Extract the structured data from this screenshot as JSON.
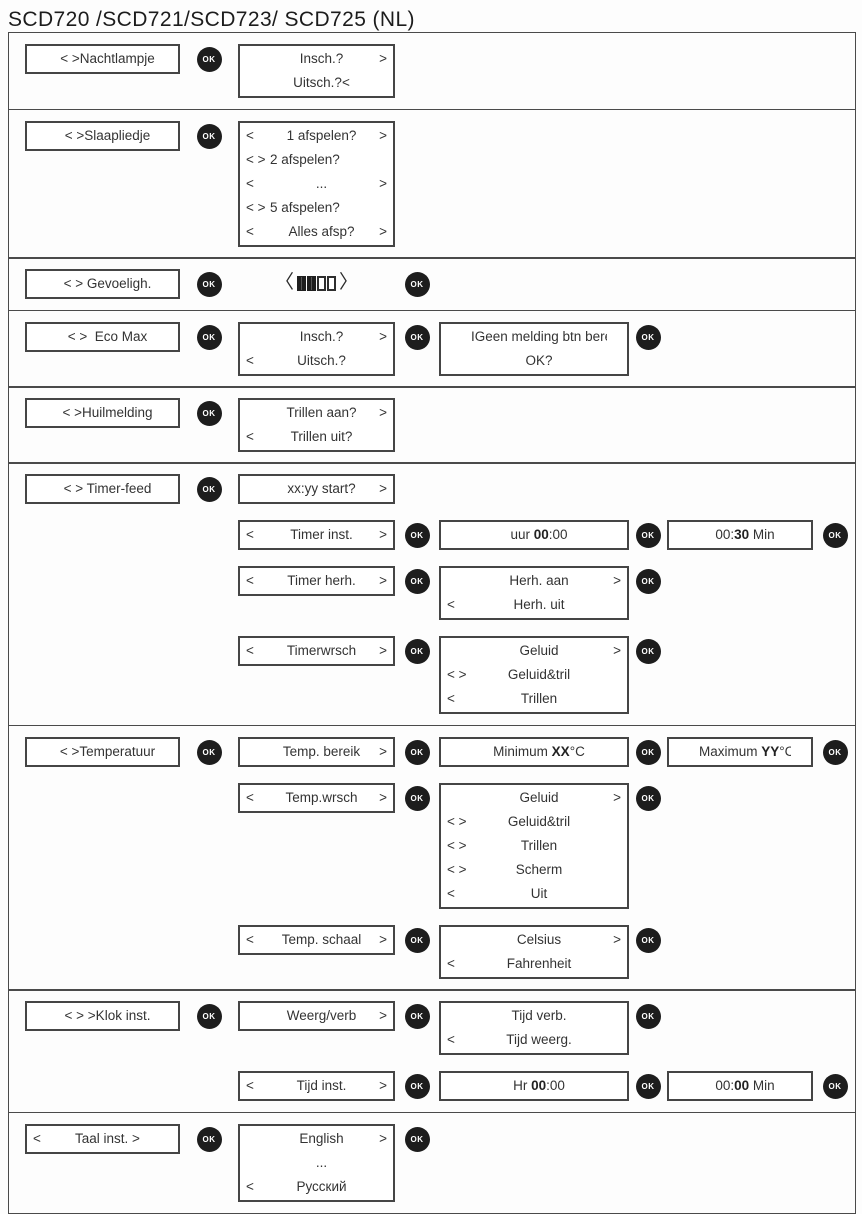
{
  "title": "SCD720 /SCD721/SCD723/ SCD725 (NL)",
  "ok_label": "OK",
  "colors": {
    "section_border": "#4a4a4a",
    "box_border": "#454545",
    "ok_bg": "#1d1d1d",
    "ok_text": "#ffffff",
    "text": "#333333",
    "background": "#fdfdfd"
  },
  "icons": {
    "sensitivity": {
      "name": "sensitivity-level-icon",
      "left_bracket": "〈",
      "right_bracket": "〉",
      "filled_segments": 2,
      "empty_segments": 2
    }
  },
  "sections": [
    {
      "id": "nachtlampje",
      "rows": [
        {
          "cells": [
            {
              "slot": 1,
              "type": "box",
              "name": "menu-nachtlampje",
              "lines": [
                {
                  "c": "< >Nachtlampje"
                }
              ]
            },
            {
              "slot": 2,
              "type": "ok",
              "name": "ok-button"
            },
            {
              "slot": 3,
              "type": "box",
              "name": "screen-nachtlampje-options",
              "lines": [
                {
                  "c": "Insch.?",
                  "r": ">"
                },
                {
                  "c": "Uitsch.?<"
                }
              ]
            }
          ]
        }
      ]
    },
    {
      "id": "slaapliedje",
      "rows": [
        {
          "cells": [
            {
              "slot": 1,
              "type": "box",
              "name": "menu-slaapliedje",
              "lines": [
                {
                  "c": "< >Slaapliedje"
                }
              ]
            },
            {
              "slot": 2,
              "type": "ok",
              "name": "ok-button"
            },
            {
              "slot": 3,
              "type": "box",
              "name": "screen-slaapliedje-options",
              "lines": [
                {
                  "l": "<",
                  "c": "1 afspelen?",
                  "r": ">"
                },
                {
                  "l": "< >",
                  "c": "2 afspelen?",
                  "align": "left"
                },
                {
                  "l": "<",
                  "c": "...",
                  "r": ">"
                },
                {
                  "l": "< >",
                  "c": "5 afspelen?",
                  "align": "left"
                },
                {
                  "l": "<",
                  "c": "Alles afsp?",
                  "r": ">"
                }
              ]
            }
          ]
        }
      ]
    },
    {
      "id": "gevoeligheid",
      "rows": [
        {
          "cells": [
            {
              "slot": 1,
              "type": "box",
              "name": "menu-gevoeligheid",
              "lines": [
                {
                  "c": "< > Gevoeligh."
                }
              ]
            },
            {
              "slot": 2,
              "type": "ok",
              "name": "ok-button"
            },
            {
              "slot": 3,
              "type": "icon",
              "name": "sensitivity-level-icon"
            },
            {
              "slot": 4,
              "type": "ok",
              "name": "ok-button"
            }
          ]
        }
      ]
    },
    {
      "id": "eco-max",
      "rows": [
        {
          "cells": [
            {
              "slot": 1,
              "type": "box",
              "name": "menu-ecomax",
              "lines": [
                {
                  "c": "< >  Eco Max"
                }
              ]
            },
            {
              "slot": 2,
              "type": "ok",
              "name": "ok-button"
            },
            {
              "slot": 3,
              "type": "box",
              "name": "screen-ecomax-options",
              "lines": [
                {
                  "c": "Insch.?",
                  "r": ">"
                },
                {
                  "l": "<",
                  "c": "Uitsch.?"
                }
              ]
            },
            {
              "slot": 4,
              "type": "ok",
              "name": "ok-button"
            },
            {
              "slot": 5,
              "type": "box",
              "name": "screen-ecomax-range-warning",
              "lines": [
                {
                  "c": "IGeen melding btn bereik"
                },
                {
                  "c": "OK?"
                }
              ]
            },
            {
              "slot": 6,
              "type": "ok",
              "name": "ok-button"
            }
          ]
        }
      ]
    },
    {
      "id": "huilmelding",
      "rows": [
        {
          "cells": [
            {
              "slot": 1,
              "type": "box",
              "name": "menu-huilmelding",
              "lines": [
                {
                  "c": "< >Huilmelding"
                }
              ]
            },
            {
              "slot": 2,
              "type": "ok",
              "name": "ok-button"
            },
            {
              "slot": 3,
              "type": "box",
              "name": "screen-huilmelding-options",
              "lines": [
                {
                  "c": "Trillen aan?",
                  "r": ">"
                },
                {
                  "l": "<",
                  "c": "Trillen uit?"
                }
              ]
            }
          ]
        }
      ]
    },
    {
      "id": "timer-feed",
      "rows": [
        {
          "cells": [
            {
              "slot": 1,
              "type": "box",
              "name": "menu-timer-feed",
              "lines": [
                {
                  "c": "< > Timer-feed"
                }
              ]
            },
            {
              "slot": 2,
              "type": "ok",
              "name": "ok-button"
            },
            {
              "slot": 3,
              "type": "box",
              "name": "screen-timer-start",
              "lines": [
                {
                  "c": "xx:yy start?",
                  "r": ">"
                }
              ]
            }
          ]
        },
        {
          "cells": [
            {
              "slot": 3,
              "type": "box",
              "name": "label-timer-inst",
              "lines": [
                {
                  "l": "<",
                  "c": "Timer inst.",
                  "r": ">"
                }
              ]
            },
            {
              "slot": 4,
              "type": "ok",
              "name": "ok-button"
            },
            {
              "slot": 5,
              "type": "box",
              "name": "screen-timer-uur",
              "lines": [
                {
                  "c": [
                    {
                      "t": "uur "
                    },
                    {
                      "t": "00",
                      "b": true
                    },
                    {
                      "t": ":00"
                    }
                  ]
                }
              ]
            },
            {
              "slot": 6,
              "type": "ok",
              "name": "ok-button"
            },
            {
              "slot": 7,
              "type": "box",
              "name": "screen-timer-min",
              "lines": [
                {
                  "c": [
                    {
                      "t": "00:"
                    },
                    {
                      "t": "30",
                      "b": true
                    },
                    {
                      "t": " Min"
                    }
                  ]
                }
              ]
            },
            {
              "slot": 8,
              "type": "ok",
              "name": "ok-button"
            }
          ]
        },
        {
          "cells": [
            {
              "slot": 3,
              "type": "box",
              "name": "label-timer-herh",
              "lines": [
                {
                  "l": "<",
                  "c": "Timer herh.",
                  "r": ">"
                }
              ]
            },
            {
              "slot": 4,
              "type": "ok",
              "name": "ok-button"
            },
            {
              "slot": 5,
              "type": "box",
              "name": "screen-timer-herh-options",
              "lines": [
                {
                  "c": "Herh. aan",
                  "r": ">"
                },
                {
                  "l": "<",
                  "c": "Herh. uit"
                }
              ]
            },
            {
              "slot": 6,
              "type": "ok",
              "name": "ok-button"
            }
          ]
        },
        {
          "cells": [
            {
              "slot": 3,
              "type": "box",
              "name": "label-timerwrsch",
              "lines": [
                {
                  "l": "<",
                  "c": "Timerwrsch",
                  "r": ">"
                }
              ]
            },
            {
              "slot": 4,
              "type": "ok",
              "name": "ok-button"
            },
            {
              "slot": 5,
              "type": "box",
              "name": "screen-timerwrsch-options",
              "lines": [
                {
                  "c": "Geluid",
                  "r": ">"
                },
                {
                  "l": "< >",
                  "c": "Geluid&tril"
                },
                {
                  "l": "<",
                  "c": "Trillen"
                }
              ]
            },
            {
              "slot": 6,
              "type": "ok",
              "name": "ok-button"
            }
          ]
        }
      ]
    },
    {
      "id": "temperatuur",
      "rows": [
        {
          "cells": [
            {
              "slot": 1,
              "type": "box",
              "name": "menu-temperatuur",
              "lines": [
                {
                  "c": "< >Temperatuur"
                }
              ]
            },
            {
              "slot": 2,
              "type": "ok",
              "name": "ok-button"
            },
            {
              "slot": 3,
              "type": "box",
              "name": "screen-temp-bereik",
              "lines": [
                {
                  "c": "Temp. bereik",
                  "r": ">"
                }
              ]
            },
            {
              "slot": 4,
              "type": "ok",
              "name": "ok-button"
            },
            {
              "slot": 5,
              "type": "box",
              "name": "screen-temp-minimum",
              "lines": [
                {
                  "c": [
                    {
                      "t": "Minimum "
                    },
                    {
                      "t": "XX",
                      "b": true
                    },
                    {
                      "t": "°C"
                    }
                  ]
                }
              ]
            },
            {
              "slot": 6,
              "type": "ok",
              "name": "ok-button"
            },
            {
              "slot": 7,
              "type": "box",
              "name": "screen-temp-maximum",
              "lines": [
                {
                  "c": [
                    {
                      "t": "Maximum "
                    },
                    {
                      "t": "YY",
                      "b": true
                    },
                    {
                      "t": "°C"
                    }
                  ]
                }
              ]
            },
            {
              "slot": 8,
              "type": "ok",
              "name": "ok-button"
            }
          ]
        },
        {
          "cells": [
            {
              "slot": 3,
              "type": "box",
              "name": "label-temp-wrsch",
              "lines": [
                {
                  "l": "<",
                  "c": "Temp.wrsch",
                  "r": ">"
                }
              ]
            },
            {
              "slot": 4,
              "type": "ok",
              "name": "ok-button"
            },
            {
              "slot": 5,
              "type": "box",
              "name": "screen-temp-wrsch-options",
              "lines": [
                {
                  "c": "Geluid",
                  "r": ">"
                },
                {
                  "l": "< >",
                  "c": "Geluid&tril"
                },
                {
                  "l": "< >",
                  "c": "Trillen"
                },
                {
                  "l": "< >",
                  "c": "Scherm"
                },
                {
                  "l": "<",
                  "c": "Uit"
                }
              ]
            },
            {
              "slot": 6,
              "type": "ok",
              "name": "ok-button"
            }
          ]
        },
        {
          "cells": [
            {
              "slot": 3,
              "type": "box",
              "name": "label-temp-schaal",
              "lines": [
                {
                  "l": "<",
                  "c": "Temp. schaal",
                  "r": ">"
                }
              ]
            },
            {
              "slot": 4,
              "type": "ok",
              "name": "ok-button"
            },
            {
              "slot": 5,
              "type": "box",
              "name": "screen-temp-schaal-options",
              "lines": [
                {
                  "c": "Celsius",
                  "r": ">"
                },
                {
                  "l": "<",
                  "c": "Fahrenheit"
                }
              ]
            },
            {
              "slot": 6,
              "type": "ok",
              "name": "ok-button"
            }
          ]
        }
      ]
    },
    {
      "id": "klok-inst",
      "rows": [
        {
          "cells": [
            {
              "slot": 1,
              "type": "box",
              "name": "menu-klok-inst",
              "lines": [
                {
                  "c": "< > >Klok inst."
                }
              ]
            },
            {
              "slot": 2,
              "type": "ok",
              "name": "ok-button"
            },
            {
              "slot": 3,
              "type": "box",
              "name": "screen-weerg-verb",
              "lines": [
                {
                  "c": "Weerg/verb",
                  "r": ">"
                }
              ]
            },
            {
              "slot": 4,
              "type": "ok",
              "name": "ok-button"
            },
            {
              "slot": 5,
              "type": "box",
              "name": "screen-klok-options",
              "lines": [
                {
                  "c": "Tijd verb."
                },
                {
                  "l": "<",
                  "c": "Tijd weerg."
                }
              ]
            },
            {
              "slot": 6,
              "type": "ok",
              "name": "ok-button"
            }
          ]
        },
        {
          "cells": [
            {
              "slot": 3,
              "type": "box",
              "name": "label-tijd-inst",
              "lines": [
                {
                  "l": "<",
                  "c": "Tijd inst.",
                  "r": ">"
                }
              ]
            },
            {
              "slot": 4,
              "type": "ok",
              "name": "ok-button"
            },
            {
              "slot": 5,
              "type": "box",
              "name": "screen-tijd-hr",
              "lines": [
                {
                  "c": [
                    {
                      "t": "Hr "
                    },
                    {
                      "t": "00",
                      "b": true
                    },
                    {
                      "t": ":00"
                    }
                  ]
                }
              ]
            },
            {
              "slot": 6,
              "type": "ok",
              "name": "ok-button"
            },
            {
              "slot": 7,
              "type": "box",
              "name": "screen-tijd-min",
              "lines": [
                {
                  "c": [
                    {
                      "t": "00:"
                    },
                    {
                      "t": "00",
                      "b": true
                    },
                    {
                      "t": " Min"
                    }
                  ]
                }
              ]
            },
            {
              "slot": 8,
              "type": "ok",
              "name": "ok-button"
            }
          ]
        }
      ]
    },
    {
      "id": "taal-inst",
      "rows": [
        {
          "cells": [
            {
              "slot": 1,
              "type": "box",
              "name": "menu-taal-inst",
              "lines": [
                {
                  "l": "<",
                  "c": "Taal inst. >"
                }
              ]
            },
            {
              "slot": 2,
              "type": "ok",
              "name": "ok-button"
            },
            {
              "slot": 3,
              "type": "box",
              "name": "screen-taal-options",
              "lines": [
                {
                  "c": "English",
                  "r": ">"
                },
                {
                  "c": "..."
                },
                {
                  "l": "<",
                  "c": "Русский"
                }
              ]
            },
            {
              "slot": 4,
              "type": "ok",
              "name": "ok-button"
            }
          ]
        }
      ]
    }
  ]
}
